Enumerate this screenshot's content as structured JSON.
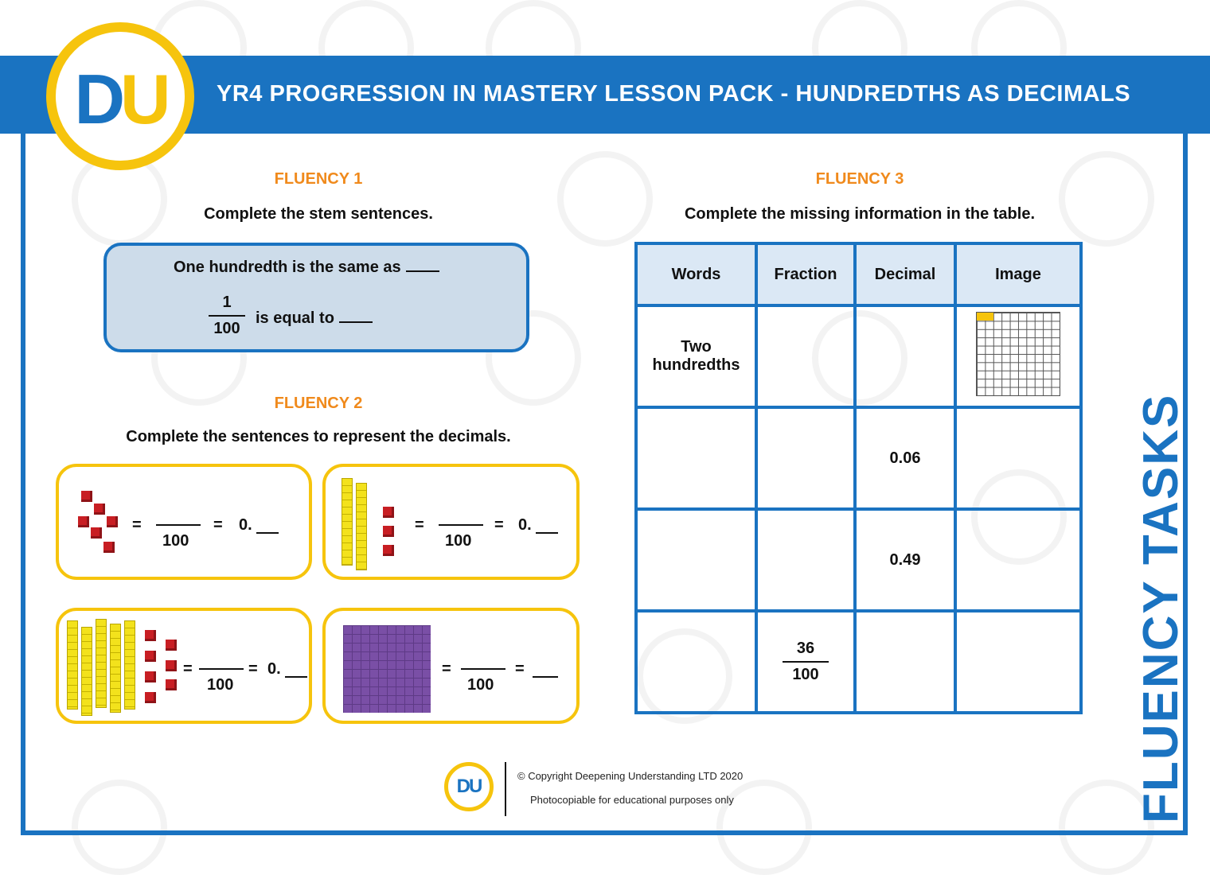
{
  "header": {
    "title": "YR4 PROGRESSION IN MASTERY LESSON PACK - HUNDREDTHS AS DECIMALS",
    "logo_d": "D",
    "logo_u": "U"
  },
  "fluency1": {
    "heading": "FLUENCY 1",
    "instruction": "Complete the stem sentences.",
    "line1": "One hundredth is the same as",
    "frac_num": "1",
    "frac_den": "100",
    "line2": "is equal to"
  },
  "fluency2": {
    "heading": "FLUENCY 2",
    "instruction": "Complete the sentences to represent the decimals.",
    "eq": "=",
    "den": "100",
    "decimal_prefix": "0."
  },
  "fluency3": {
    "heading": "FLUENCY 3",
    "instruction": "Complete the missing information in the table.",
    "headers": [
      "Words",
      "Fraction",
      "Decimal",
      "Image"
    ],
    "row1_words": "Two hundredths",
    "row2_decimal": "0.06",
    "row3_decimal": "0.49",
    "row4_num": "36",
    "row4_den": "100"
  },
  "side_label": "FLUENCY TASKS",
  "footer": {
    "logo": "DU",
    "copyright": "© Copyright Deepening Understanding LTD 2020",
    "note": "Photocopiable for educational purposes only"
  },
  "colors": {
    "brand_blue": "#1a73c1",
    "brand_yellow": "#f6c40d",
    "heading_orange": "#f08a1c"
  }
}
